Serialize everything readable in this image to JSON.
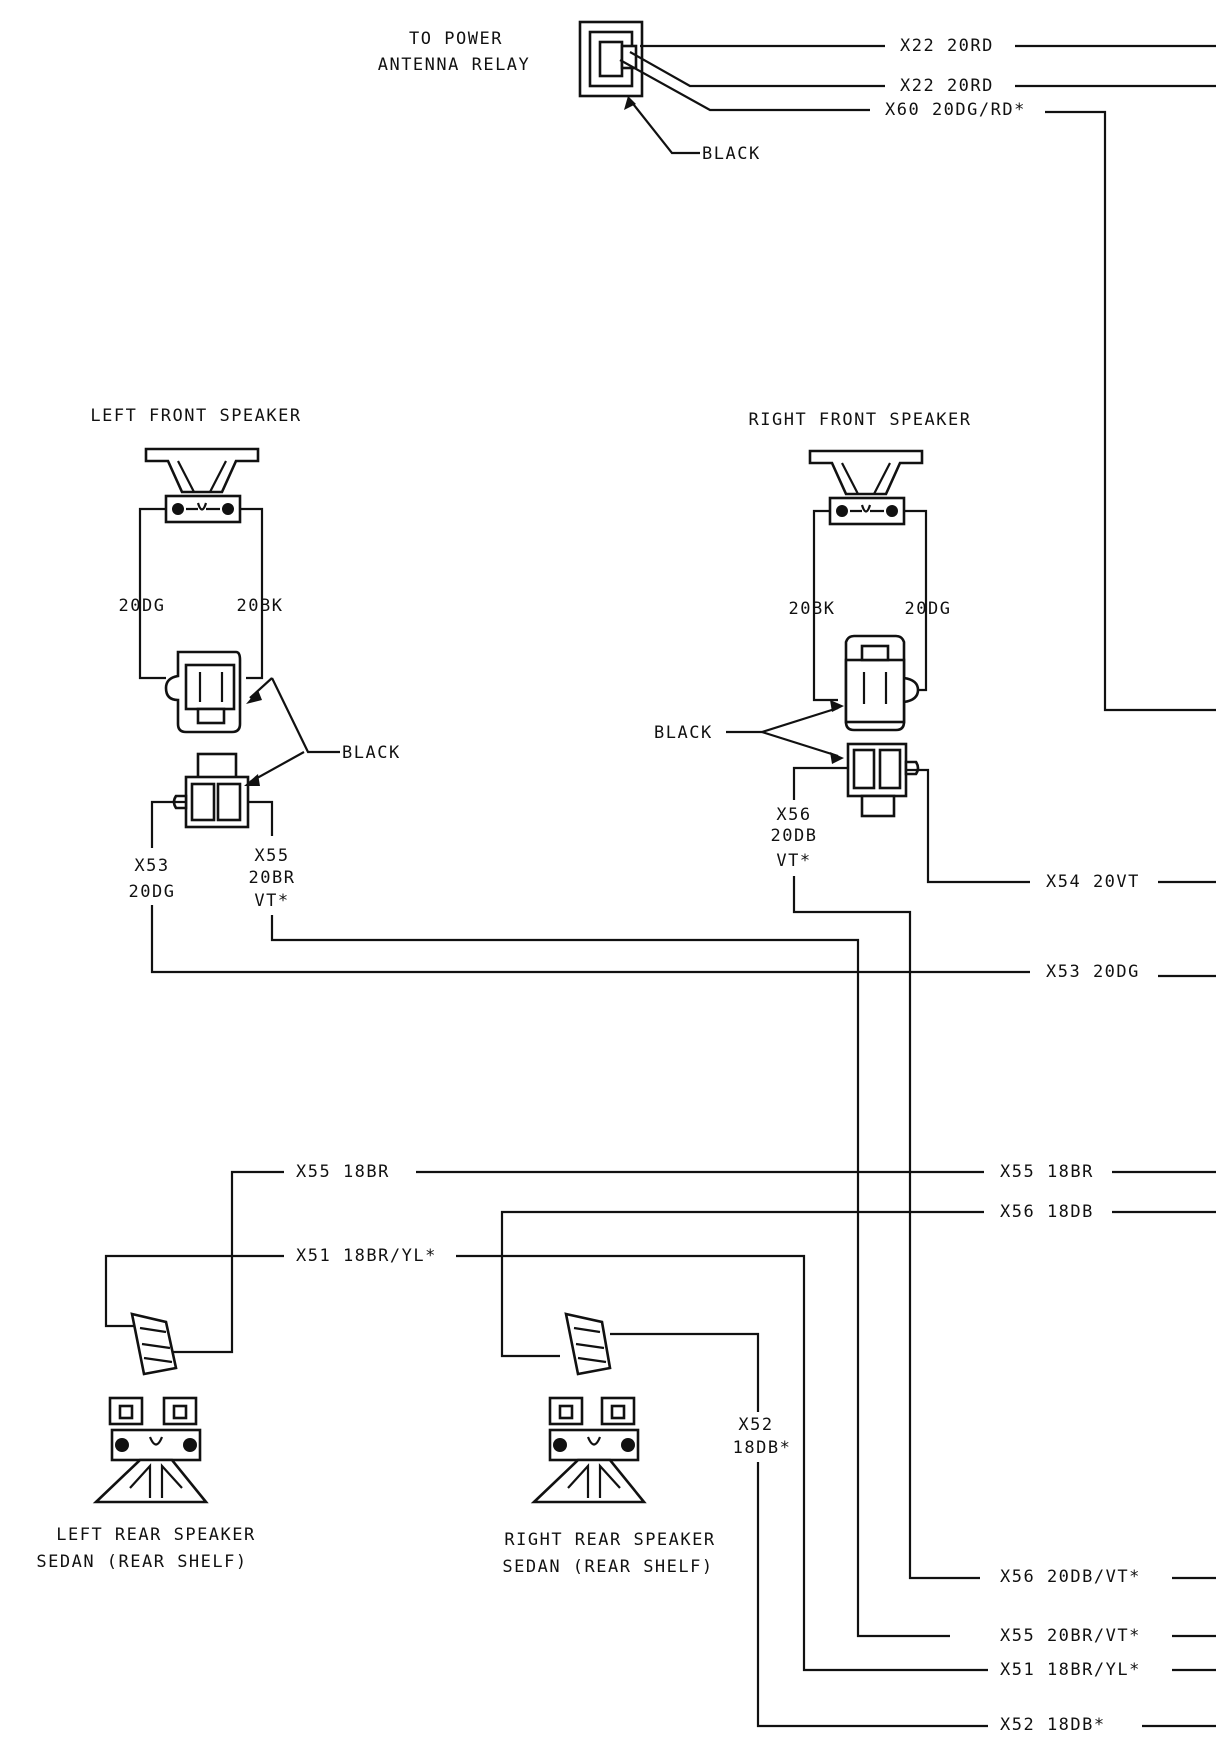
{
  "antenna": {
    "title_1": "TO POWER",
    "title_2": "ANTENNA RELAY",
    "connector_color": "BLACK"
  },
  "top_wires": [
    "X22 20RD",
    "X22 20RD",
    "X60 20DG/RD*"
  ],
  "left_front": {
    "title": "LEFT FRONT SPEAKER",
    "wire_left": "20DG",
    "wire_right": "20BK",
    "connector_color": "BLACK",
    "lower_left": [
      "X53",
      "20DG"
    ],
    "lower_right": [
      "X55",
      "20BR",
      "VT*"
    ]
  },
  "right_front": {
    "title": "RIGHT FRONT SPEAKER",
    "wire_left": "20BK",
    "wire_right": "20DG",
    "connector_color": "BLACK",
    "lower_left": [
      "X56",
      "20DB",
      "VT*"
    ]
  },
  "right_wires": {
    "x54": "X54 20VT",
    "x53": "X53 20DG",
    "x55_18": "X55 18BR",
    "x56_18": "X56 18DB",
    "x56_20": "X56 20DB/VT*",
    "x55_20": "X55 20BR/VT*",
    "x51": "X51 18BR/YL*",
    "x52": "X52 18DB*"
  },
  "rear_wires": {
    "x55_left": "X55 18BR",
    "x51_left": "X51 18BR/YL*",
    "x52_vert": [
      "X52",
      "18DB*"
    ]
  },
  "left_rear": {
    "title_1": "LEFT REAR SPEAKER",
    "title_2": "SEDAN (REAR SHELF)"
  },
  "right_rear": {
    "title_1": "RIGHT REAR SPEAKER",
    "title_2": "SEDAN (REAR SHELF)"
  }
}
